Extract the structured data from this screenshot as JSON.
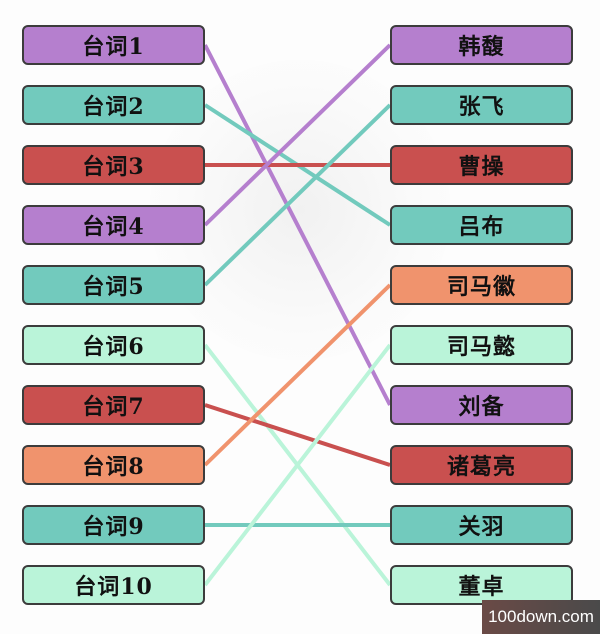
{
  "colors": {
    "purple": "#b57fce",
    "teal": "#72cabd",
    "red": "#c9504f",
    "orange": "#f0936d",
    "mint": "#baf4d9"
  },
  "left_items": [
    {
      "label": "台词1",
      "color": "purple"
    },
    {
      "label": "台词2",
      "color": "teal"
    },
    {
      "label": "台词3",
      "color": "red"
    },
    {
      "label": "台词4",
      "color": "purple"
    },
    {
      "label": "台词5",
      "color": "teal"
    },
    {
      "label": "台词6",
      "color": "mint"
    },
    {
      "label": "台词7",
      "color": "red"
    },
    {
      "label": "台词8",
      "color": "orange"
    },
    {
      "label": "台词9",
      "color": "teal"
    },
    {
      "label": "台词10",
      "color": "mint"
    }
  ],
  "right_items": [
    {
      "label": "韩馥",
      "color": "purple"
    },
    {
      "label": "张飞",
      "color": "teal"
    },
    {
      "label": "曹操",
      "color": "red"
    },
    {
      "label": "吕布",
      "color": "teal"
    },
    {
      "label": "司马徽",
      "color": "orange"
    },
    {
      "label": "司马懿",
      "color": "mint"
    },
    {
      "label": "刘备",
      "color": "purple"
    },
    {
      "label": "诸葛亮",
      "color": "red"
    },
    {
      "label": "关羽",
      "color": "teal"
    },
    {
      "label": "董卓",
      "color": "mint"
    }
  ],
  "connections": [
    [
      0,
      6
    ],
    [
      1,
      3
    ],
    [
      2,
      2
    ],
    [
      3,
      0
    ],
    [
      4,
      1
    ],
    [
      5,
      9
    ],
    [
      6,
      7
    ],
    [
      7,
      4
    ],
    [
      8,
      8
    ],
    [
      9,
      5
    ]
  ],
  "watermark": "100down.com"
}
